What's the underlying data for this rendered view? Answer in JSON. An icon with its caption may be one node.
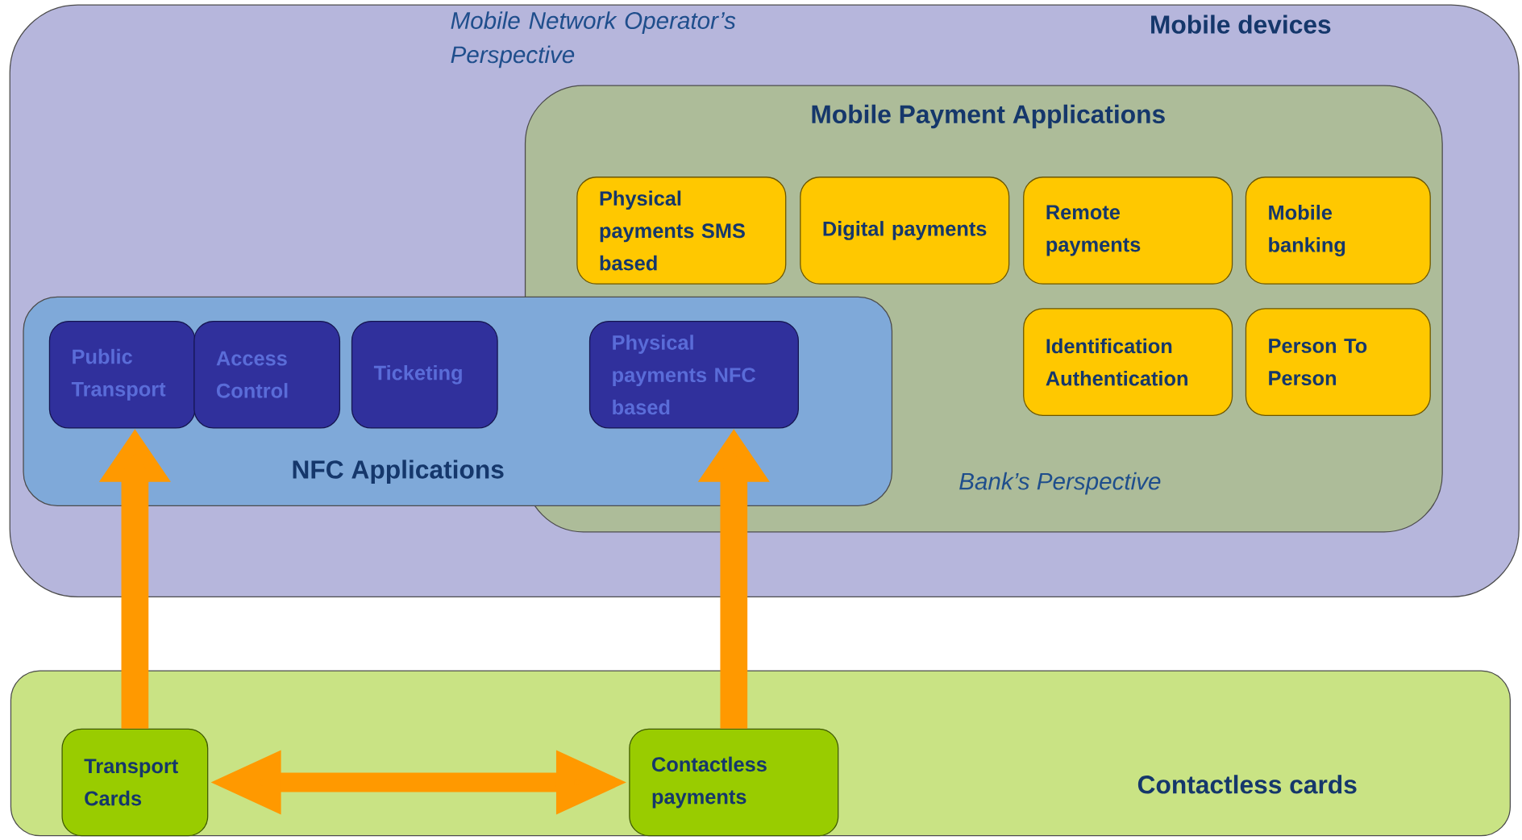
{
  "diagram": {
    "nodes": [
      {
        "text": [
          "Mobile Network Operator’s Perspective",
          "Mobile devices"
        ]
      },
      {
        "text": [
          "Mobile Payment Applications",
          "Bank’s Perspective"
        ],
        "in": 0
      },
      {
        "text": [
          "Physical payments SMS based"
        ],
        "in": 1
      },
      {
        "text": [
          "Digital payments"
        ],
        "in": 1
      },
      {
        "text": [
          "Remote payments"
        ],
        "in": 1
      },
      {
        "text": [
          "Mobile banking"
        ],
        "in": 1
      },
      {
        "text": [
          "Identification Authentication"
        ],
        "in": 1
      },
      {
        "text": [
          "Person To Person"
        ],
        "in": 1
      },
      {
        "text": [
          "NFC Applications"
        ],
        "in": 0
      },
      {
        "text": [
          "Public Transport"
        ],
        "in": 8
      },
      {
        "text": [
          "Access Control"
        ],
        "in": 8
      },
      {
        "text": [
          "Ticketing"
        ],
        "in": 8
      },
      {
        "text": [
          "Physical payments NFC based"
        ]
      },
      {
        "text": [
          "Contactless cards"
        ]
      },
      {
        "text": [
          "Transport Cards"
        ],
        "in": 13
      },
      {
        "text": [
          "Contactless payments"
        ],
        "in": 13
      }
    ],
    "edges": [
      {
        "from": 14,
        "to": 9,
        "arrow": "to"
      },
      {
        "from": 15,
        "to": 12,
        "arrow": "to"
      },
      {
        "from": 14,
        "to": 15,
        "arrow": "both"
      }
    ]
  }
}
